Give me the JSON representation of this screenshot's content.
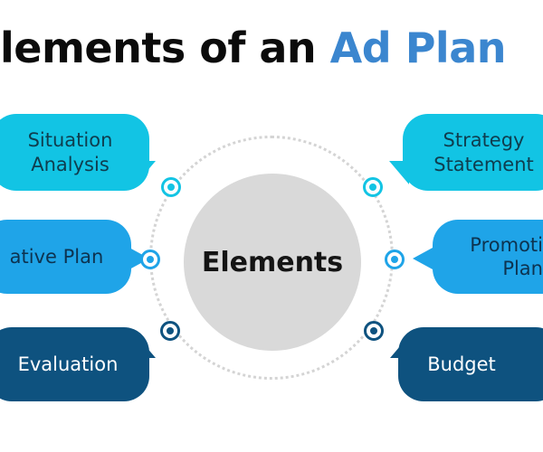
{
  "title": {
    "prefix": "lements of an ",
    "accent": "Ad Plan"
  },
  "hub": {
    "label": "Elements"
  },
  "elements": [
    {
      "line1": "Situation",
      "line2": "Analysis"
    },
    {
      "line1": "ative Plan",
      "line2": ""
    },
    {
      "line1": "Evaluation",
      "line2": ""
    },
    {
      "line1": "Strategy",
      "line2": "Statement"
    },
    {
      "line1": "Promoti",
      "line2": "Plan"
    },
    {
      "line1": "Budget",
      "line2": ""
    }
  ],
  "colors": {
    "title_accent": "#3b86cf",
    "cyan": "#12c4e4",
    "blue": "#1fa4e8",
    "navy": "#0e527f",
    "hub": "#d9d9d9"
  }
}
